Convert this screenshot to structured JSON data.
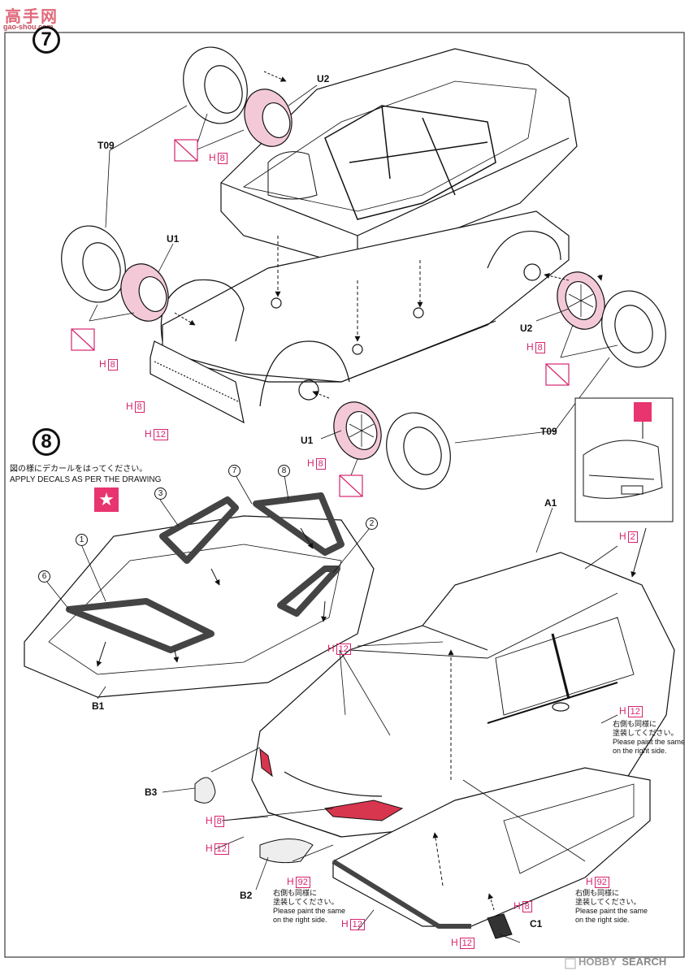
{
  "watermark_top": {
    "chars": "高手网",
    "url": "gao-shou.com"
  },
  "steps": {
    "seven": "7",
    "eight": "8"
  },
  "labels": {
    "U2_top": "U2",
    "T09_top": "T09",
    "U1_left": "U1",
    "U2_right": "U2",
    "T09_right": "T09",
    "U1_bottom": "U1",
    "A1": "A1",
    "B1": "B1",
    "B2": "B2",
    "B3": "B3",
    "C1": "C1"
  },
  "colors": {
    "H": "H",
    "n8": "8",
    "n12": "12",
    "n2": "2",
    "n92": "92"
  },
  "decal_numbers": [
    "1",
    "2",
    "3",
    "6",
    "7",
    "8"
  ],
  "step8_instruction_jp": "図の様にデカールをはってください。",
  "step8_instruction_en": "APPLY DECALS AS PER THE DRAWING",
  "star_icon": "star-icon",
  "note_jp_1": "右側も同様に",
  "note_jp_2": "塗装してください。",
  "note_en_1": "Please paint the same",
  "note_en_2": "on the right side.",
  "footer_logo": {
    "brand": "HOBBY",
    "search": "SEARCH"
  },
  "accent": "#d6246e"
}
